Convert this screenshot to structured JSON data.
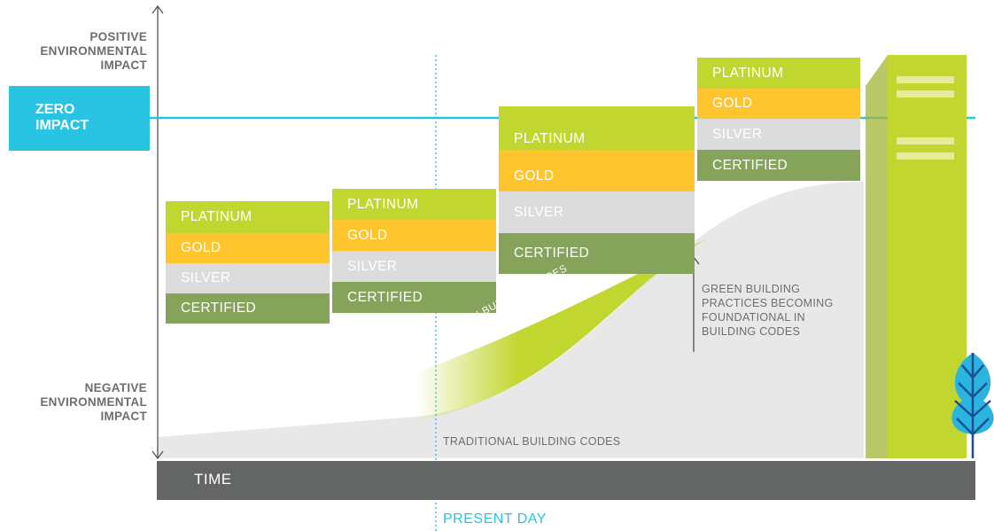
{
  "axis": {
    "positive_lines": [
      "POSITIVE",
      "ENVIRONMENTAL",
      "IMPACT"
    ],
    "negative_lines": [
      "NEGATIVE",
      "ENVIRONMENTAL",
      "IMPACT"
    ]
  },
  "zero_impact": {
    "lines": [
      "ZERO",
      "IMPACT"
    ],
    "color": "#29c3e3"
  },
  "stacks": [
    {
      "tiers": [
        "PLATINUM",
        "GOLD",
        "SILVER",
        "CERTIFIED"
      ]
    },
    {
      "tiers": [
        "PLATINUM",
        "GOLD",
        "SILVER",
        "CERTIFIED"
      ]
    },
    {
      "tiers": [
        "PLATINUM",
        "GOLD",
        "SILVER",
        "CERTIFIED"
      ]
    },
    {
      "tiers": [
        "PLATINUM",
        "GOLD",
        "SILVER",
        "CERTIFIED"
      ]
    }
  ],
  "tier_colors": {
    "platinum": "#c2d630",
    "gold": "#fec52e",
    "silver": "#dcdcdc",
    "certified": "#86a35c"
  },
  "curves": {
    "green_codes_label": "GREEN BUILDING CODES",
    "traditional_label": "TRADITIONAL BUILDING CODES",
    "practices_lines": [
      "GREEN BUILDING",
      "PRACTICES BECOMING",
      "FOUNDATIONAL IN",
      "BUILDING CODES"
    ]
  },
  "timeline": {
    "time_label": "TIME",
    "present_label": "PRESENT DAY"
  },
  "icons": {
    "building": "building-icon",
    "tree": "tree-icon"
  }
}
